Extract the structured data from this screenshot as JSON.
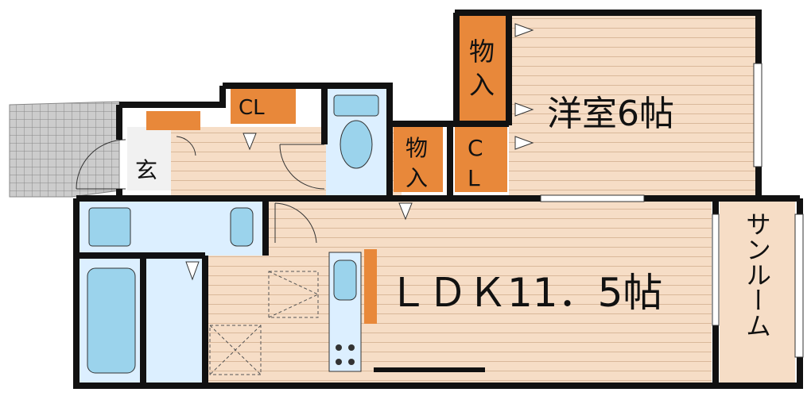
{
  "rooms": {
    "western_room": "洋室6帖",
    "ldk": "ＬＤＫ11．5帖",
    "sunroom": "サンルーム",
    "entrance": "玄"
  },
  "storage": {
    "closet_top": "CL",
    "storage_top_left": [
      "物",
      "入"
    ],
    "storage_mid": [
      "物",
      "入"
    ],
    "closet_right": [
      "C",
      "L"
    ]
  },
  "colors": {
    "wall": "#111111",
    "floor_wood": "#f6ddc6",
    "floor_line": "#d9b89a",
    "storage": "#e8883a",
    "wet_area": "#dcefff",
    "fixture": "#9bd3ec",
    "tile": "#cccccc"
  }
}
